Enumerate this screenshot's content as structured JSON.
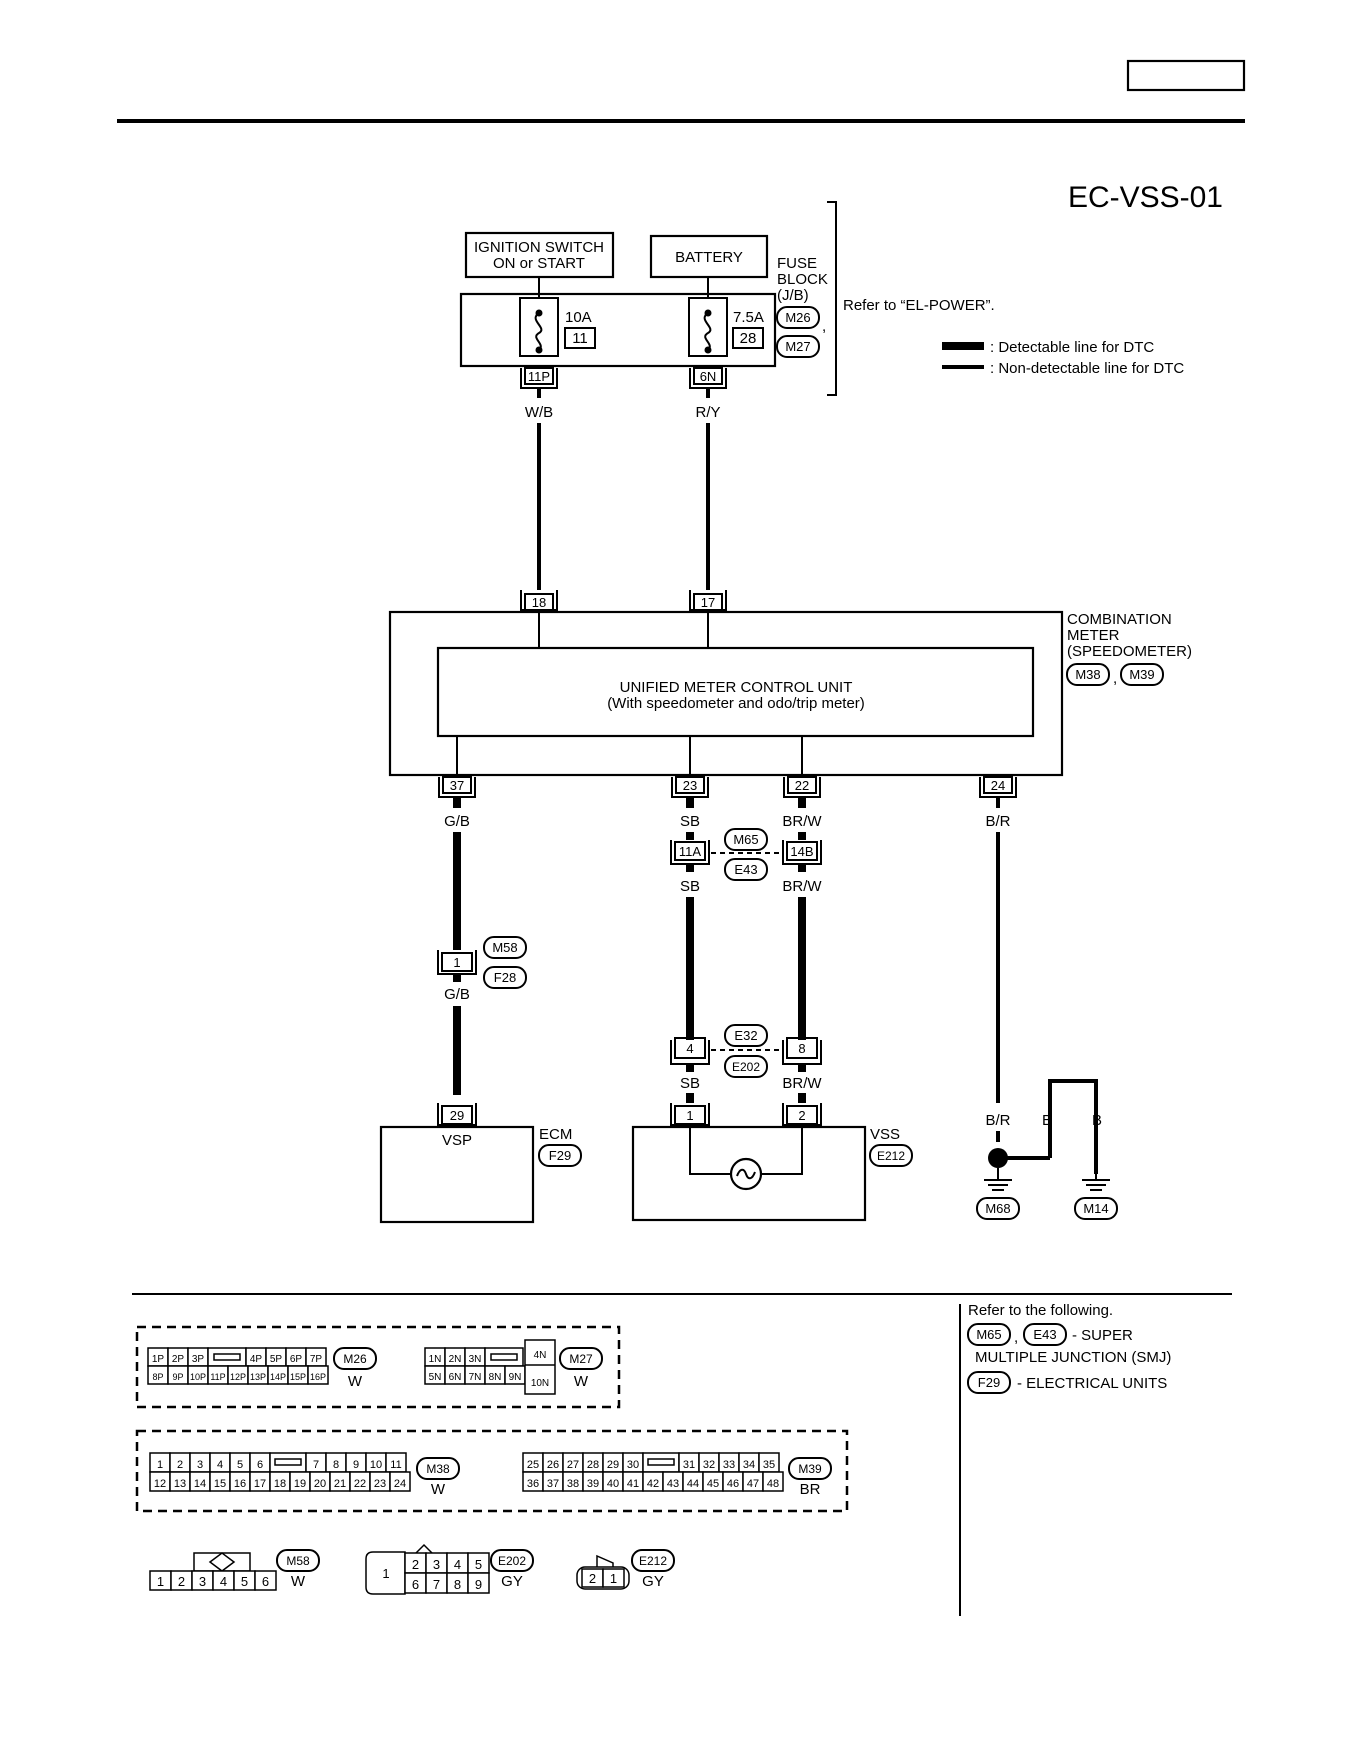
{
  "diagram_id": "EC-VSS-01",
  "legend": {
    "detectable": ": Detectable line for DTC",
    "non_detectable": ": Non-detectable line for DTC"
  },
  "power": {
    "ignition_line1": "IGNITION SWITCH",
    "ignition_line2": "ON or START",
    "battery": "BATTERY",
    "fuse_block_line1": "FUSE",
    "fuse_block_line2": "BLOCK",
    "fuse_block_line3": "(J/B)",
    "fuse_block_comma": ",",
    "connector_m26": "M26",
    "connector_m27": "M27",
    "refer_power": "Refer to “EL-POWER”.",
    "fuse1_amp": "10A",
    "fuse1_no": "11",
    "fuse2_amp": "7.5A",
    "fuse2_no": "28",
    "term_11p": "11P",
    "term_6n": "6N",
    "wire_wb": "W/B",
    "wire_ry": "R/Y"
  },
  "meter": {
    "term_18": "18",
    "term_17": "17",
    "label_line1": "COMBINATION",
    "label_line2": "METER",
    "label_line3": "(SPEEDOMETER)",
    "conn_m38": "M38",
    "conn_m39": "M39",
    "comma": ",",
    "unit_line1": "UNIFIED METER CONTROL UNIT",
    "unit_line2": "(With speedometer and odo/trip meter)",
    "term_37": "37",
    "term_23": "23",
    "term_22": "22",
    "term_24": "24"
  },
  "wires": {
    "gb_1": "G/B",
    "sb_1": "SB",
    "brw_1": "BR/W",
    "br_1": "B/R",
    "sb_2": "SB",
    "brw_2": "BR/W",
    "gb_2": "G/B",
    "sb_3": "SB",
    "brw_3": "BR/W",
    "br_2": "B/R",
    "b_1": "B",
    "b_2": "B"
  },
  "junctions": {
    "j_11a": "11A",
    "j_14b": "14B",
    "m65": "M65",
    "e43": "E43",
    "j_1": "1",
    "m58": "M58",
    "f28": "F28",
    "j_4": "4",
    "j_8": "8",
    "e32": "E32",
    "e202": "E202"
  },
  "ecm": {
    "term_29": "29",
    "vsp": "VSP",
    "label": "ECM",
    "conn": "F29"
  },
  "vss": {
    "term_1": "1",
    "term_2": "2",
    "label": "VSS",
    "conn": "E212"
  },
  "grounds": {
    "m68": "M68",
    "m14": "M14"
  },
  "refer_box": {
    "line1": "Refer to the following.",
    "m65": "M65",
    "sep": ",",
    "e43": "E43",
    "super": "- SUPER",
    "smj": "MULTIPLE JUNCTION (SMJ)",
    "f29": "F29",
    "eu": "- ELECTRICAL UNITS"
  },
  "connectors": {
    "m26_top": [
      "1P",
      "2P",
      "3P",
      "4P",
      "5P",
      "6P",
      "7P"
    ],
    "m26_bot": [
      "8P",
      "9P",
      "10P",
      "11P",
      "12P",
      "13P",
      "14P",
      "15P",
      "16P"
    ],
    "m26_name": "M26",
    "m26_color": "W",
    "m27_top": [
      "1N",
      "2N",
      "3N"
    ],
    "m27_bot": [
      "5N",
      "6N",
      "7N",
      "8N",
      "9N"
    ],
    "m27_4n": "4N",
    "m27_10n": "10N",
    "m27_name": "M27",
    "m27_color": "W",
    "m38_top_a": [
      "1",
      "2",
      "3",
      "4",
      "5",
      "6"
    ],
    "m38_top_b": [
      "7",
      "8",
      "9",
      "10",
      "11"
    ],
    "m38_bot": [
      "12",
      "13",
      "14",
      "15",
      "16",
      "17",
      "18",
      "19",
      "20",
      "21",
      "22",
      "23",
      "24"
    ],
    "m38_name": "M38",
    "m38_color": "W",
    "m39_top_a": [
      "25",
      "26",
      "27",
      "28",
      "29",
      "30"
    ],
    "m39_top_b": [
      "31",
      "32",
      "33",
      "34",
      "35"
    ],
    "m39_bot": [
      "36",
      "37",
      "38",
      "39",
      "40",
      "41",
      "42",
      "43",
      "44",
      "45",
      "46",
      "47",
      "48"
    ],
    "m39_name": "M39",
    "m39_color": "BR",
    "m58_pins": [
      "1",
      "2",
      "3",
      "4",
      "5",
      "6"
    ],
    "m58_name": "M58",
    "m58_color": "W",
    "e202_big": "1",
    "e202_top": [
      "2",
      "3",
      "4",
      "5"
    ],
    "e202_bot": [
      "6",
      "7",
      "8",
      "9"
    ],
    "e202_name": "E202",
    "e202_color": "GY",
    "e212_pins": [
      "2",
      "1"
    ],
    "e212_name": "E212",
    "e212_color": "GY"
  }
}
